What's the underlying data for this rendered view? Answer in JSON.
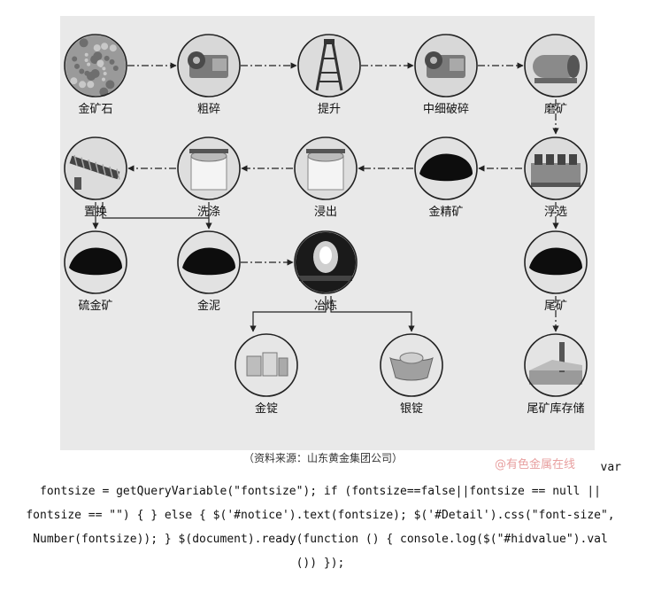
{
  "diagram": {
    "nodes": [
      {
        "id": "gold-ore",
        "label": "金矿石",
        "pic": "ore"
      },
      {
        "id": "coarse-crush",
        "label": "粗碎",
        "pic": "crusher"
      },
      {
        "id": "hoist",
        "label": "提升",
        "pic": "tower"
      },
      {
        "id": "medium-fine-crush",
        "label": "中细破碎",
        "pic": "crusher"
      },
      {
        "id": "grinding",
        "label": "磨矿",
        "pic": "mill"
      },
      {
        "id": "replacement",
        "label": "置换",
        "pic": "screw"
      },
      {
        "id": "washing",
        "label": "洗涤",
        "pic": "tank"
      },
      {
        "id": "leaching",
        "label": "浸出",
        "pic": "tank"
      },
      {
        "id": "gold-concentrate",
        "label": "金精矿",
        "pic": "pile"
      },
      {
        "id": "flotation",
        "label": "浮选",
        "pic": "flotation"
      },
      {
        "id": "sulfur-gold-ore",
        "label": "硫金矿",
        "pic": "pile"
      },
      {
        "id": "gold-mud",
        "label": "金泥",
        "pic": "pile"
      },
      {
        "id": "smelting",
        "label": "冶炼",
        "pic": "furnace"
      },
      {
        "id": "tailings",
        "label": "尾矿",
        "pic": "pile"
      },
      {
        "id": "gold-ingot",
        "label": "金锭",
        "pic": "bar"
      },
      {
        "id": "silver-ingot",
        "label": "银锭",
        "pic": "ingot"
      },
      {
        "id": "tailings-storage",
        "label": "尾矿库存储",
        "pic": "dam"
      }
    ],
    "source": "（资料来源：山东黄金集团公司）",
    "watermark": "@有色金属在线"
  },
  "code_lines": [
    "var",
    "fontsize = getQueryVariable(\"fontsize\"); if (fontsize==false||fontsize == null ||",
    "fontsize == \"\") { } else { $('#notice').text(fontsize); $('#Detail').css(\"font-size\",",
    "Number(fontsize)); } $(document).ready(function () { console.log($(\"#hidvalue\").val",
    "()) });"
  ]
}
